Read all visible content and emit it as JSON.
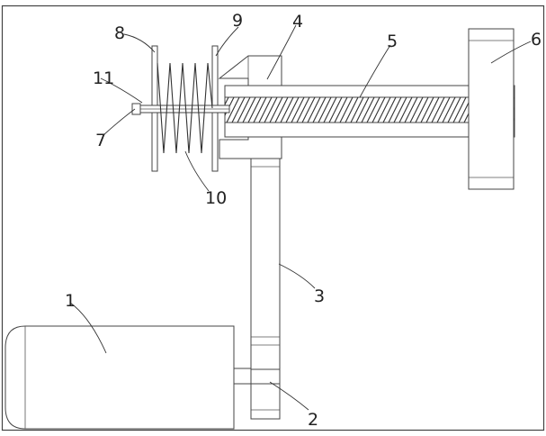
{
  "labels": {
    "motor": "1",
    "gear": "2",
    "belt": "3",
    "block": "4",
    "screw": "5",
    "nut": "6",
    "pin": "7",
    "left_plate": "8",
    "right_plate": "9",
    "spring": "10",
    "rod": "11"
  },
  "colors": {
    "line": "#444444",
    "text": "#222222",
    "background": "#ffffff"
  }
}
